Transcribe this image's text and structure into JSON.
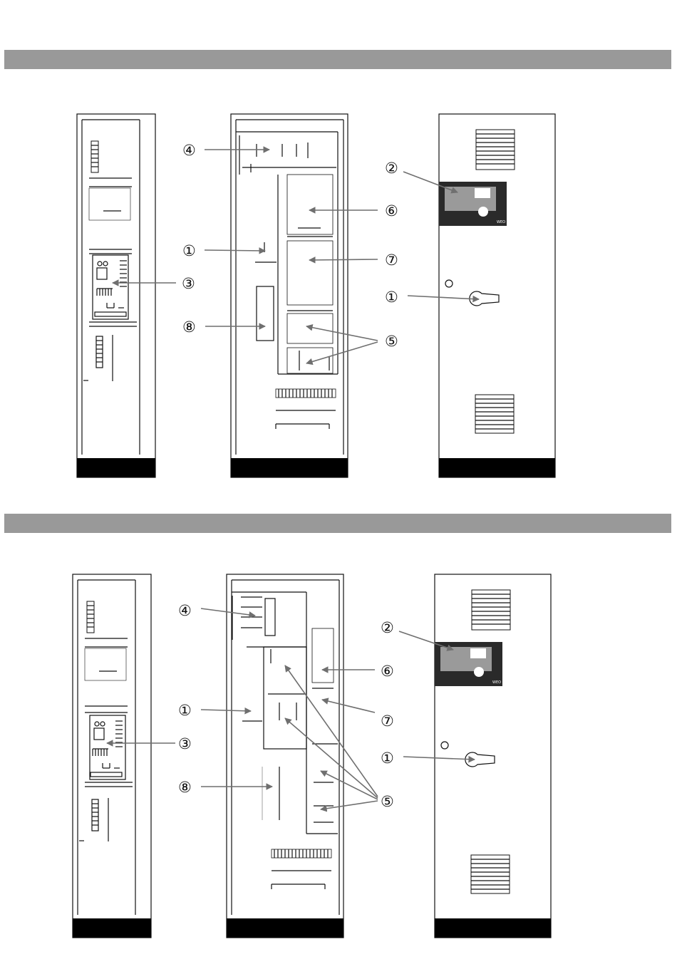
{
  "colors": {
    "band": "#999999",
    "line": "#111111",
    "arrow": "#6f6f6f",
    "plinth": "#000000",
    "panel": "#2a2a2a",
    "screen": "#9a9a9a"
  },
  "panel_labels": {
    "brand": "WEO"
  },
  "diagrams": [
    {
      "callouts": [
        {
          "id": "callout-4",
          "label": "④"
        },
        {
          "id": "callout-1-inner",
          "label": "①"
        },
        {
          "id": "callout-3",
          "label": "③"
        },
        {
          "id": "callout-8",
          "label": "⑧"
        },
        {
          "id": "callout-2",
          "label": "②"
        },
        {
          "id": "callout-6",
          "label": "⑥"
        },
        {
          "id": "callout-7",
          "label": "⑦"
        },
        {
          "id": "callout-1-door",
          "label": "①"
        },
        {
          "id": "callout-5",
          "label": "⑤"
        }
      ]
    },
    {
      "callouts": [
        {
          "id": "callout-4",
          "label": "④"
        },
        {
          "id": "callout-1-inner",
          "label": "①"
        },
        {
          "id": "callout-3",
          "label": "③"
        },
        {
          "id": "callout-8",
          "label": "⑧"
        },
        {
          "id": "callout-2",
          "label": "②"
        },
        {
          "id": "callout-6",
          "label": "⑥"
        },
        {
          "id": "callout-7",
          "label": "⑦"
        },
        {
          "id": "callout-1-door",
          "label": "①"
        },
        {
          "id": "callout-5",
          "label": "⑤"
        }
      ]
    }
  ]
}
